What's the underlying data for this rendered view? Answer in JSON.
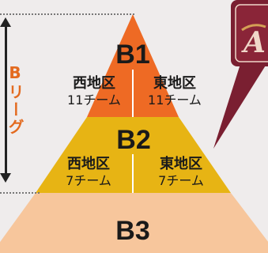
{
  "side_label": "Bリーグ",
  "tiers": {
    "b1": {
      "title": "B1",
      "west": {
        "name": "西地区",
        "count": "11チーム"
      },
      "east": {
        "name": "東地区",
        "count": "11チーム"
      }
    },
    "b2": {
      "title": "B2",
      "west": {
        "name": "西地区",
        "count": "7チーム"
      },
      "east": {
        "name": "東地区",
        "count": "7チーム"
      }
    },
    "b3": {
      "title": "B3"
    }
  },
  "colors": {
    "background": "#efecec",
    "b1": "#ee6a24",
    "b2": "#e7b414",
    "b3": "#f7c69c",
    "logo": "#7a1f31",
    "side_label": "#e36a1f"
  },
  "logo": {
    "text": "A",
    "icon": "team-logo"
  }
}
